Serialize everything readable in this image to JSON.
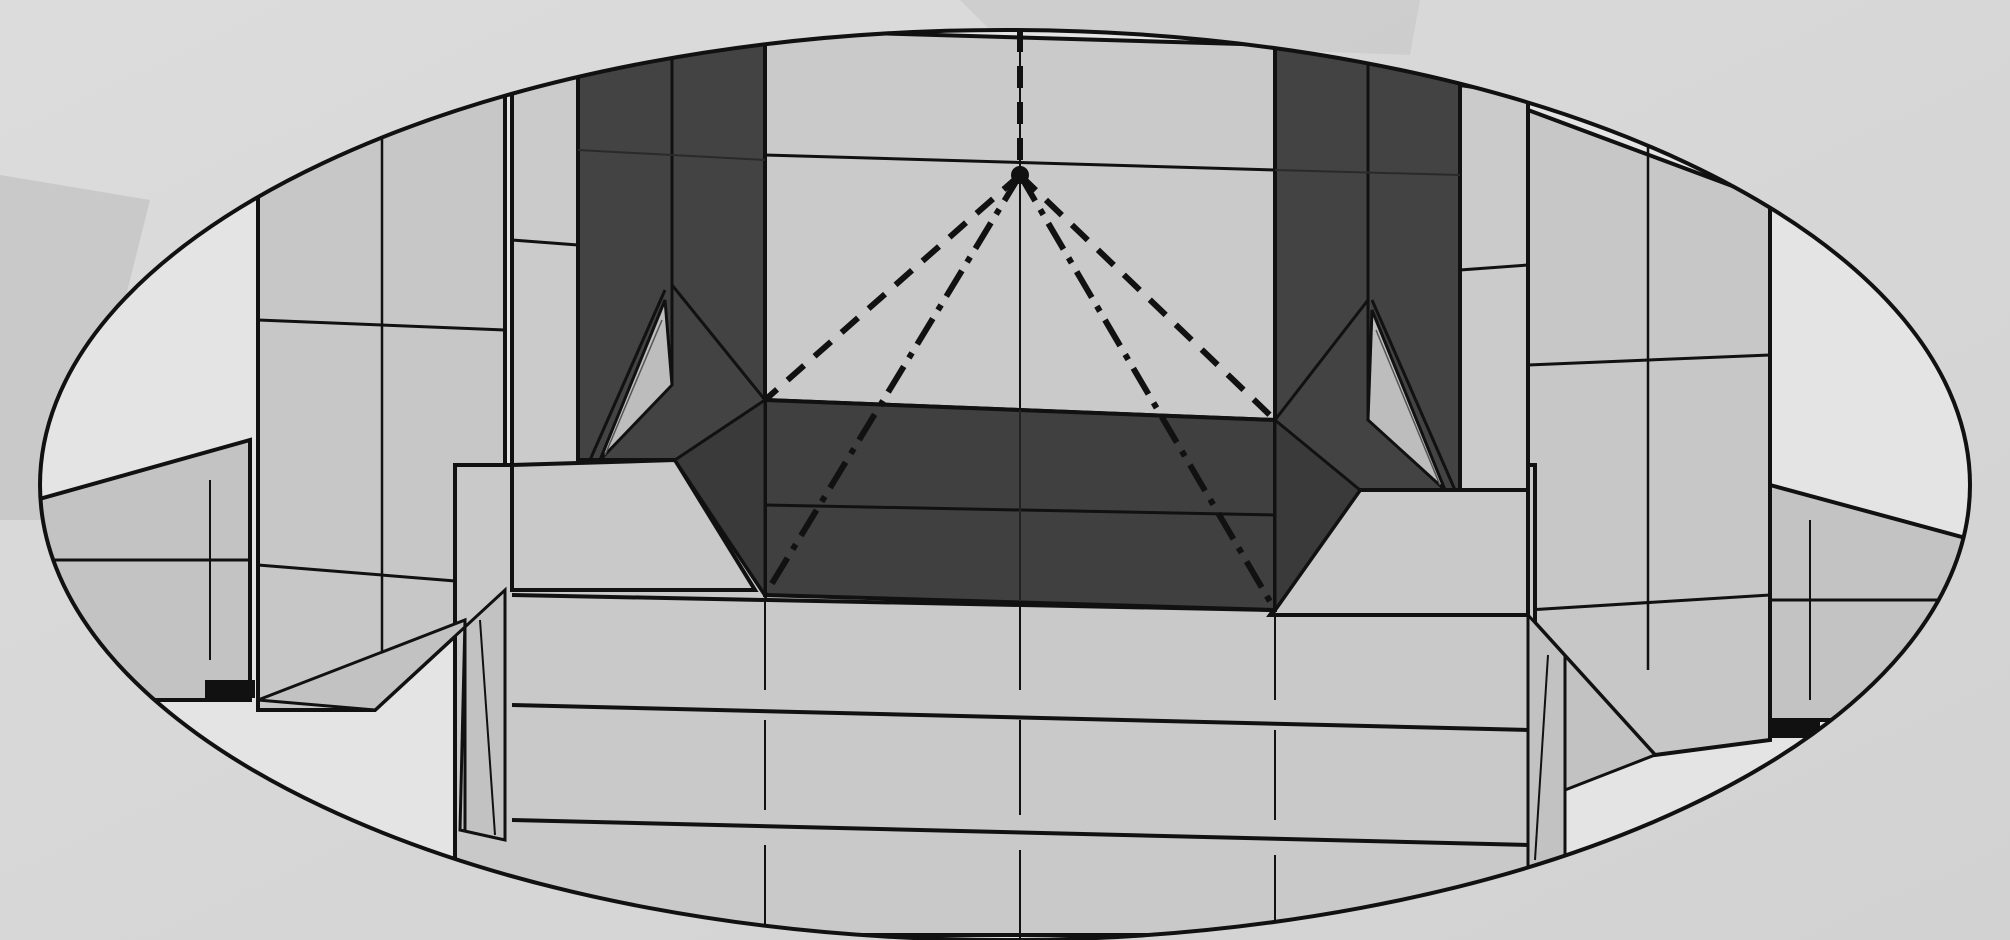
{
  "diagram": {
    "kind": "origami-fold-diagram",
    "view": "magnified-detail",
    "elements": {
      "detail-lens": "ellipse",
      "mountain-folds": [
        "center-vertical-mountain-fold",
        "left-diagonal-mountain-fold",
        "right-diagonal-mountain-fold"
      ],
      "valley-folds": [
        "left-diagonal-valley-fold",
        "right-diagonal-valley-fold"
      ]
    },
    "colors": {
      "background": "#d9d9d9",
      "paper-light": "#c7c7c7",
      "paper-dark": "#454545",
      "outline": "#111111",
      "lens-outside": "#e9e9e9"
    }
  }
}
